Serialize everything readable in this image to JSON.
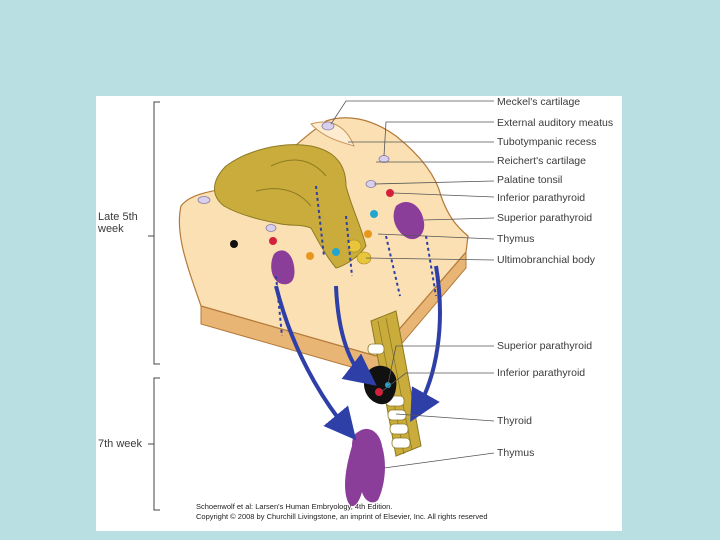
{
  "stages": {
    "late5": [
      "Late 5th",
      "week"
    ],
    "week7": "7th week"
  },
  "labels": {
    "meckel": "Meckel's cartilage",
    "ext_auditory": "External auditory meatus",
    "tubotympanic": "Tubotympanic recess",
    "reichert": "Reichert's cartilage",
    "palatine": "Palatine tonsil",
    "inf_parathyroid_top": "Inferior parathyroid",
    "sup_parathyroid_top": "Superior parathyroid",
    "thymus_top": "Thymus",
    "ultimobranchial": "Ultimobranchial body",
    "sup_parathyroid_bottom": "Superior parathyroid",
    "inf_parathyroid_bottom": "Inferior parathyroid",
    "thyroid": "Thyroid",
    "thymus_bottom": "Thymus"
  },
  "credit": {
    "line1": "Schoenwolf et al: Larsen's Human Embryology, 4th Edition.",
    "line2": "Copyright © 2008 by Churchill Livingstone, an imprint of Elsevier, Inc. All rights reserved"
  },
  "colors": {
    "background": "#b9dfe3",
    "tissue": "#fbe0b4",
    "tissue_shadow": "#eab978",
    "pharynx": "#c9ac3c",
    "thymus": "#8a3d99",
    "arrow": "#2f3fa8",
    "inferior_parathyroid": "#d4213b",
    "superior_parathyroid": "#22a6d0",
    "ultimobranchial": "#e8961e"
  }
}
